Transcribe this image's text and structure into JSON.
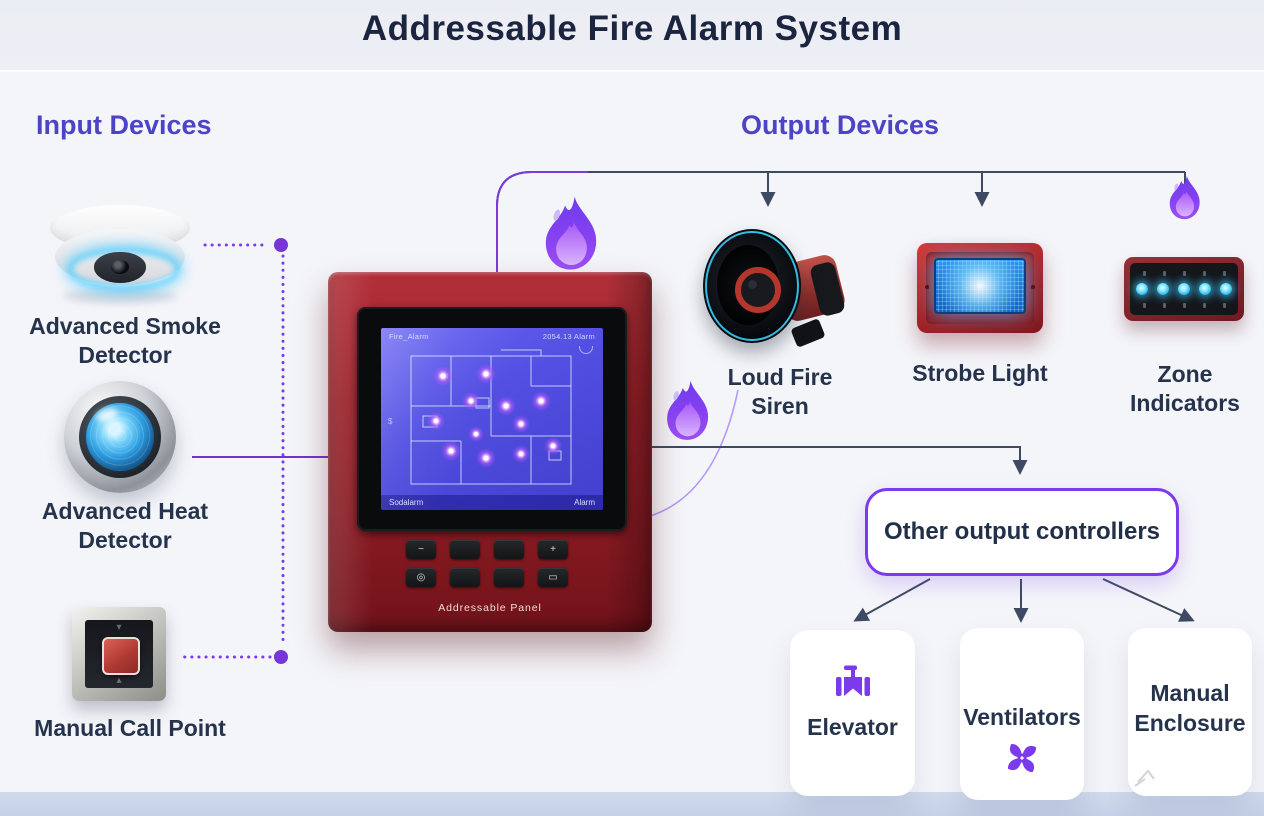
{
  "title": "Addressable Fire Alarm System",
  "sections": {
    "input_heading": "Input Devices",
    "output_heading": "Output Devices"
  },
  "input_devices": [
    {
      "name": "Advanced Smoke Detector",
      "line1": "Advanced Smoke",
      "line2": "Detector"
    },
    {
      "name": "Advanced Heat Detector",
      "line1": "Advanced Heat",
      "line2": "Detector"
    },
    {
      "name": "Manual Call Point",
      "line1": "Manual Call Point",
      "line2": ""
    }
  ],
  "panel": {
    "caption": "Addressable Panel",
    "screen": {
      "top_left": "Fire_Alarm",
      "top_right": "2054.13   Alarm",
      "bottom_left": "Sodalarm",
      "bottom_right": "Alarm",
      "map_mark": "$"
    },
    "buttons": [
      "−",
      "",
      "",
      "+",
      "◎",
      "",
      "",
      "▭"
    ]
  },
  "output_devices": [
    {
      "name": "Loud Fire Siren",
      "line1": "Loud Fire",
      "line2": "Siren"
    },
    {
      "name": "Strobe Light",
      "line1": "Strobe Light",
      "line2": ""
    },
    {
      "name": "Zone Indicators",
      "line1": "Zone",
      "line2": "Indicators"
    }
  ],
  "controllers": {
    "box_label": "Other output controllers",
    "items": [
      {
        "name": "Elevator",
        "line1": "Elevator",
        "line2": "",
        "icon": "valve-icon"
      },
      {
        "name": "Ventilators",
        "line1": "Ventilators",
        "line2": "",
        "icon": "fan-icon"
      },
      {
        "name": "Manual Enclosure",
        "line1": "Manual",
        "line2": "Enclosure",
        "icon": "sketch-icon"
      }
    ]
  },
  "colors": {
    "heading_purple": "#4d43c6",
    "text_navy": "#26334d",
    "accent_purple": "#7c3aed",
    "connector_navy": "#3e4a63",
    "panel_red": "#9a2029",
    "screen_blue": "#514ee0",
    "glow_cyan": "#41c8f0"
  }
}
